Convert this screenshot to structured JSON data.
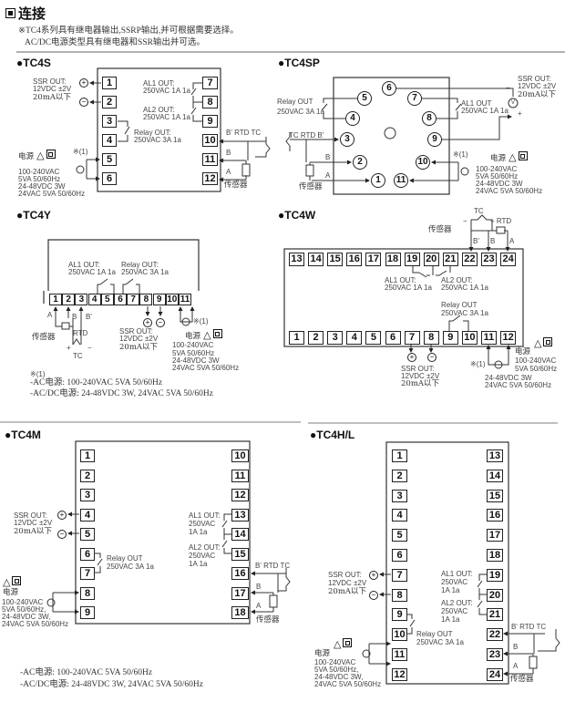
{
  "header": {
    "icon": "filled-square-icon",
    "title": "连接",
    "note1": "※TC4系列具有继电器输出,SSRP输出,并可根据需要选择。",
    "note2": "AC/DC电源类型具有继电器和SSR输出并可选。"
  },
  "tc4s": {
    "title": "●TC4S",
    "terminals": [
      "1",
      "2",
      "3",
      "4",
      "5",
      "6",
      "7",
      "8",
      "9",
      "10",
      "11",
      "12"
    ],
    "ssr": [
      "SSR OUT:",
      "12VDC ±2V",
      "20mA以下"
    ],
    "al1": [
      "AL1 OUT:",
      "250VAC 1A 1a"
    ],
    "al2": [
      "AL2 OUT:",
      "250VAC 1A 1a"
    ],
    "relay": [
      "Relay OUT:",
      "250VAC 3A 1a"
    ],
    "power_label": "电源",
    "note_mark": "※(1)",
    "power": [
      "100-240VAC",
      "5VA 50/60Hz",
      "24-48VDC 3W",
      "24VAC 5VA 50/60Hz"
    ],
    "sensor": {
      "top": "B' RTD  TC",
      "b": "B",
      "a": "A",
      "label": "传感器"
    }
  },
  "tc4sp": {
    "title": "●TC4SP",
    "terminals": [
      "1",
      "2",
      "3",
      "4",
      "5",
      "6",
      "7",
      "8",
      "9",
      "10",
      "11"
    ],
    "ssr": [
      "SSR OUT:",
      "12VDC ±2V",
      "20mA以下"
    ],
    "relay": [
      "Relay OUT",
      "250VAC 3A 1a"
    ],
    "al1": [
      "AL1 OUT",
      "250VAC 1A 1a"
    ],
    "sensor": {
      "top": "TC  RTD  B'",
      "b": "B",
      "a": "A",
      "label": "传感器"
    },
    "note_mark": "※(1)",
    "power_label": "电源",
    "power": [
      "100-240VAC",
      "5VA 50/60Hz",
      "24-48VDC 3W",
      "24VAC 5VA 50/60Hz"
    ],
    "v": "V"
  },
  "tc4y": {
    "title": "●TC4Y",
    "terminals": [
      "1",
      "2",
      "3",
      "4",
      "5",
      "6",
      "7",
      "8",
      "9",
      "10",
      "11"
    ],
    "al1": [
      "AL1 OUT:",
      "250VAC 1A 1a"
    ],
    "relay": [
      "Relay OUT:",
      "250VAC 3A 1a"
    ],
    "sensor": {
      "a": "A",
      "b": "B",
      "b2": "B'",
      "rtd": "RTD",
      "label": "传感器",
      "tc": "TC",
      "plus": "+",
      "minus": "−"
    },
    "ssr": [
      "SSR OUT:",
      "12VDC ±2V",
      "20mA以下"
    ],
    "note_mark": "※(1)",
    "power_label": "电源",
    "power": [
      "100-240VAC",
      "5VA 50/60Hz",
      "24-48VDC 3W",
      "24VAC 5VA 50/60Hz"
    ],
    "footnote": [
      "※(1)",
      "-AC电源: 100-240VAC 5VA 50/60Hz",
      "-AC/DC电源: 24-48VDC 3W, 24VAC 5VA 50/60Hz"
    ]
  },
  "tc4w": {
    "title": "●TC4W",
    "terminals": [
      "1",
      "2",
      "3",
      "4",
      "5",
      "6",
      "7",
      "8",
      "9",
      "10",
      "11",
      "12",
      "13",
      "14",
      "15",
      "16",
      "17",
      "18",
      "19",
      "20",
      "21",
      "22",
      "23",
      "24"
    ],
    "sensor": {
      "tc": "TC",
      "minus": "−",
      "plus_rtd": "+ RTD",
      "label": "传感器",
      "b2": "B'",
      "b": "B",
      "a": "A"
    },
    "al1": [
      "AL1 OUT:",
      "250VAC 1A 1a"
    ],
    "al2": [
      "AL2 OUT:",
      "250VAC 1A 1a"
    ],
    "relay": [
      "Relay OUT",
      "250VAC 3A 1a"
    ],
    "ssr": [
      "SSR OUT:",
      "12VDC ±2V",
      "20mA以下"
    ],
    "power_label": "电源",
    "note_mark": "※(1)",
    "power": [
      "100-240VAC",
      "5VA 50/60Hz",
      "24-48VDC 3W",
      "24VAC 5VA 50/60Hz"
    ]
  },
  "tc4m": {
    "title": "●TC4M",
    "terminals": [
      "1",
      "2",
      "3",
      "4",
      "5",
      "6",
      "7",
      "8",
      "9",
      "10",
      "11",
      "12",
      "13",
      "14",
      "15",
      "16",
      "17",
      "18"
    ],
    "ssr": [
      "SSR OUT:",
      "12VDC ±2V",
      "20mA以下"
    ],
    "relay": [
      "Relay OUT",
      "250VAC 3A 1a"
    ],
    "power_label": "电源",
    "power": [
      "100-240VAC",
      "5VA 50/60Hz,",
      "24-48VDC 3W,",
      "24VAC 5VA 50/60Hz"
    ],
    "al1": [
      "AL1 OUT:",
      "250VAC",
      "1A 1a"
    ],
    "al2": [
      "AL2 OUT:",
      "250VAC",
      "1A 1a"
    ],
    "sensor": {
      "top": "B' RTD   TC",
      "b": "B",
      "a": "A",
      "label": "传感器"
    },
    "notes": [
      "-AC电源: 100-240VAC 5VA 50/60Hz",
      "-AC/DC电源: 24-48VDC 3W, 24VAC 5VA 50/60Hz"
    ]
  },
  "tc4hl": {
    "title": "●TC4H/L",
    "terminals": [
      "1",
      "2",
      "3",
      "4",
      "5",
      "6",
      "7",
      "8",
      "9",
      "10",
      "11",
      "12",
      "13",
      "14",
      "15",
      "16",
      "17",
      "18",
      "19",
      "20",
      "21",
      "22",
      "23",
      "24"
    ],
    "ssr": [
      "SSR OUT:",
      "12VDC ±2V",
      "20mA以下"
    ],
    "al1": [
      "AL1 OUT:",
      "250VAC",
      "1A 1a"
    ],
    "al2": [
      "AL2 OUT:",
      "250VAC",
      "1A 1a"
    ],
    "relay": [
      "Relay OUT",
      "250VAC 3A 1a"
    ],
    "power_label": "电源",
    "power": [
      "100-240VAC",
      "5VA 50/60Hz,",
      "24-48VDC 3W,",
      "24VAC 5VA 50/60Hz"
    ],
    "sensor": {
      "top": "B' RTD  TC",
      "b": "B",
      "a": "A",
      "label": "传感器"
    }
  },
  "symbols": {
    "plus": "+",
    "minus": "−",
    "warning": "△"
  }
}
